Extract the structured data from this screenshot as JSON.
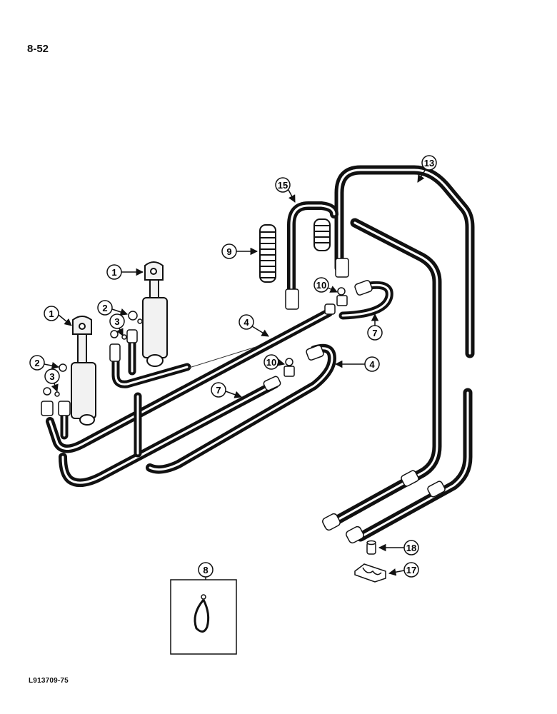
{
  "page": {
    "number": "8-52",
    "figure_code": "L913709-75"
  },
  "callouts": [
    "1",
    "1",
    "2",
    "2",
    "3",
    "3",
    "4",
    "4",
    "7",
    "7",
    "8",
    "9",
    "10",
    "10",
    "13",
    "15",
    "17",
    "18"
  ],
  "colors": {
    "ink": "#111111",
    "paper": "#ffffff",
    "metal": "#f2f2f2"
  }
}
